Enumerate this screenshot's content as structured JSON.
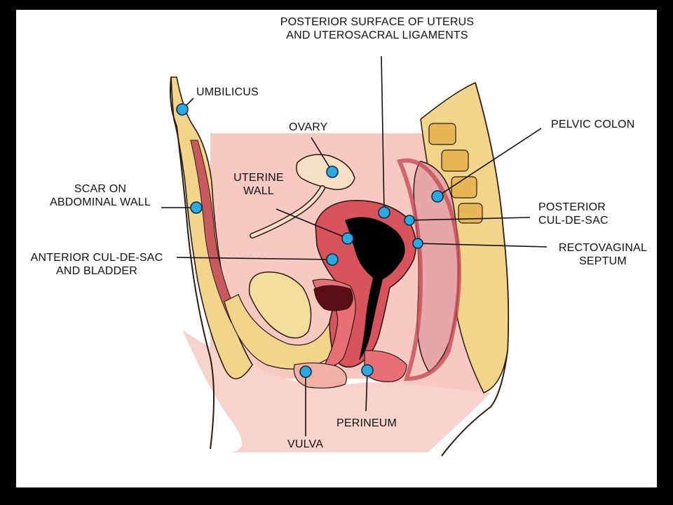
{
  "colors": {
    "background": "#000000",
    "panel": "#ffffff",
    "marker_fill": "#29abe2",
    "marker_stroke": "#0d2a44",
    "leader_line": "#111111",
    "tissue_pink": "#f3b6ae",
    "fat_yellow": "#f2d48a",
    "muscle_red": "#d9535d",
    "cavity_black": "#000000"
  },
  "labels": {
    "posterior_surface": "POSTERIOR SURFACE OF UTERUS\nAND UTEROSACRAL LIGAMENTS",
    "umbilicus": "UMBILICUS",
    "ovary": "OVARY",
    "pelvic_colon": "PELVIC COLON",
    "scar": "SCAR ON\nABDOMINAL WALL",
    "uterine_wall": "UTERINE\nWALL",
    "posterior_cul_de_sac": "POSTERIOR\nCUL-DE-SAC",
    "rectovaginal_septum": "RECTOVAGINAL\nSEPTUM",
    "anterior_cul_de_sac": "ANTERIOR CUL-DE-SAC\nAND BLADDER",
    "perineum": "PERINEUM",
    "vulva": "VULVA"
  },
  "markers": [
    "umbilicus",
    "ovary",
    "scar",
    "uterine-wall",
    "posterior-surface",
    "posterior-cul-de-sac",
    "rectovaginal-septum",
    "pelvic-colon",
    "anterior-cul-de-sac",
    "vulva",
    "perineum"
  ]
}
